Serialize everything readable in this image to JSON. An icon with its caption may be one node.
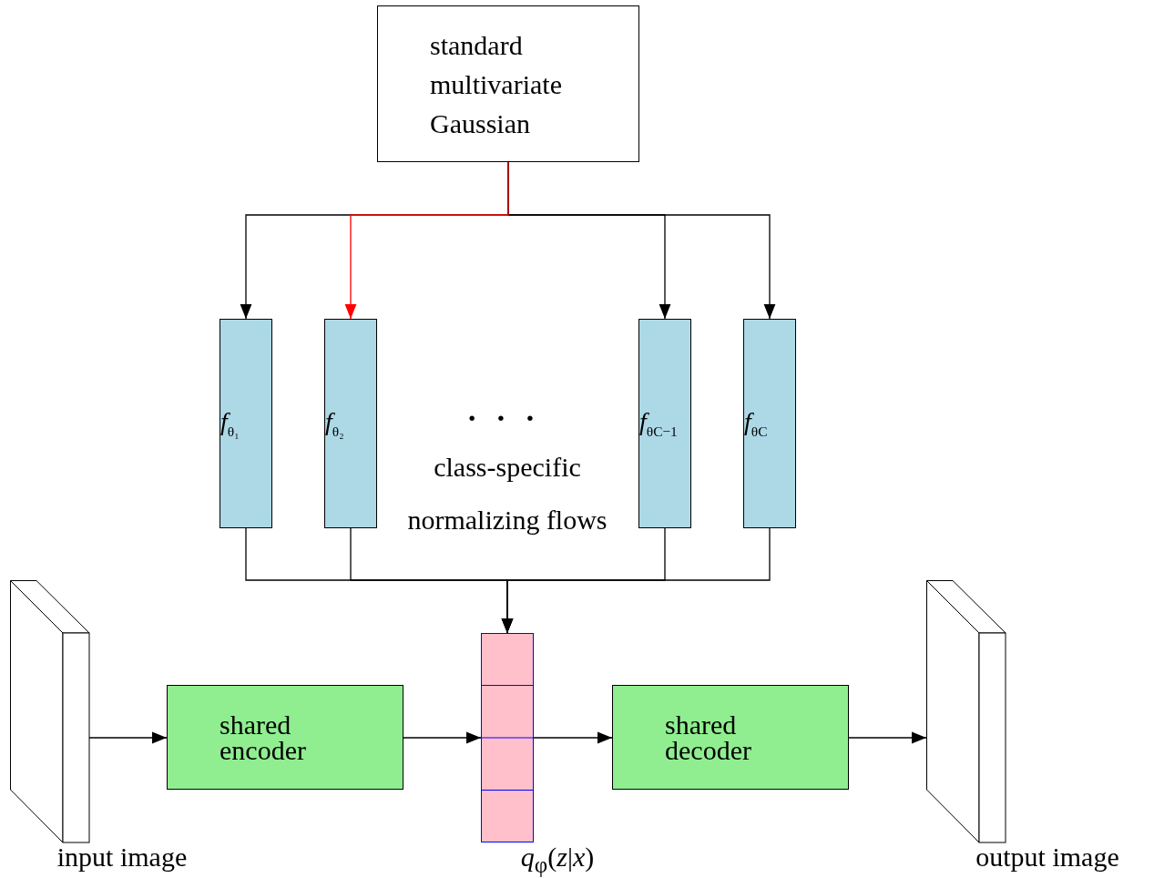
{
  "diagram": {
    "nodes": [
      {
        "text": [
          "standard multivariate Gaussian"
        ]
      },
      {
        "text": [
          "*f*$_{θ₁}$"
        ]
      },
      {
        "text": [
          "*f*$_{θ₂}$"
        ]
      },
      {
        "text": [
          "*f*$_{θC−1}$"
        ]
      },
      {
        "text": [
          "*f*$_{θC}$"
        ]
      },
      {
        "text": [],
        "shape": "box",
        "beside": [
          "*q*$_{φ}$(*z*|*x*)"
        ]
      },
      {
        "text": [
          "shared encoder"
        ]
      },
      {
        "text": [
          "shared decoder"
        ]
      },
      {
        "text": [],
        "shape": "box",
        "beside": [
          "input image"
        ]
      },
      {
        "text": [],
        "shape": "box",
        "beside": [
          "output image"
        ]
      }
    ],
    "edges": [
      {
        "from": 0,
        "to": 1,
        "arrow": "to"
      },
      {
        "from": 0,
        "to": 2,
        "arrow": "to",
        "color": "#ff0000"
      },
      {
        "from": 0,
        "to": 3,
        "arrow": "to"
      },
      {
        "from": 0,
        "to": 4,
        "arrow": "to"
      },
      {
        "from": 1,
        "to": 5,
        "arrow": "to"
      },
      {
        "from": 2,
        "to": 5,
        "arrow": "to"
      },
      {
        "from": 3,
        "to": 5,
        "arrow": "to"
      },
      {
        "from": 4,
        "to": 5,
        "arrow": "to"
      },
      {
        "from": 8,
        "to": 6,
        "arrow": "to"
      },
      {
        "from": 6,
        "to": 5,
        "arrow": "to"
      },
      {
        "from": 5,
        "to": 7,
        "arrow": "to"
      },
      {
        "from": 7,
        "to": 9,
        "arrow": "to"
      }
    ],
    "labels": [
      "· · ·",
      "class-specific normalizing flows"
    ]
  }
}
